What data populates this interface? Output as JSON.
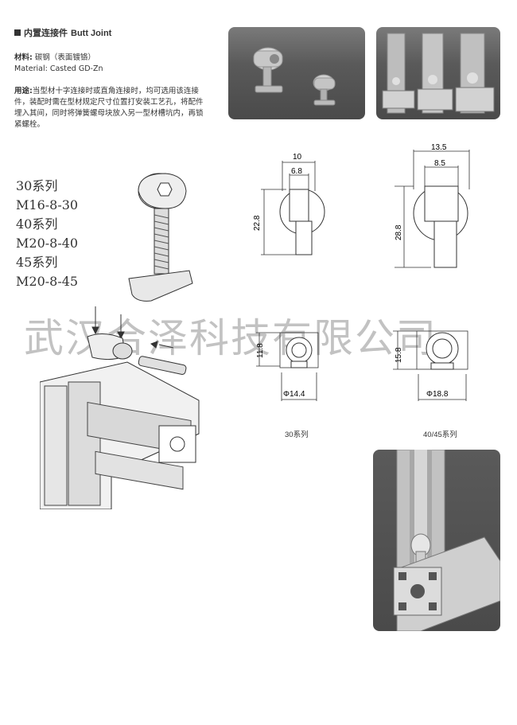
{
  "title": {
    "cn": "内置连接件",
    "en": "Butt Joint"
  },
  "material": {
    "label_cn": "材料:",
    "value_cn": "碳钢（表面镀铬）",
    "label_en": "Material:",
    "value_en": "Casted GD-Zn"
  },
  "usage": {
    "label": "用途:",
    "text": "当型材十字连接时或直角连接时，均可选用该连接件，装配时需在型材规定尺寸位置打安装工艺孔，将配件埋入其间，同时将弹簧螺母块放入另一型材槽坑内，再锁紧螺栓。"
  },
  "series_list": [
    "30系列",
    "M16-8-30",
    "40系列",
    "M20-8-40",
    "45系列",
    "M20-8-45"
  ],
  "watermark": "武汉合泽科技有限公司",
  "dim_30": {
    "top_outer": "10",
    "top_inner": "6.8",
    "height": "22.8",
    "side_h": "11.8",
    "diameter": "Φ14.4",
    "caption": "30系列"
  },
  "dim_40": {
    "top_outer": "13.5",
    "top_inner": "8.5",
    "height": "28.8",
    "side_h": "15.8",
    "diameter": "Φ18.8",
    "caption": "40/45系列"
  },
  "colors": {
    "photo_bg": "#5a5a5a",
    "metal": "#c8c8c8",
    "line": "#333333"
  }
}
